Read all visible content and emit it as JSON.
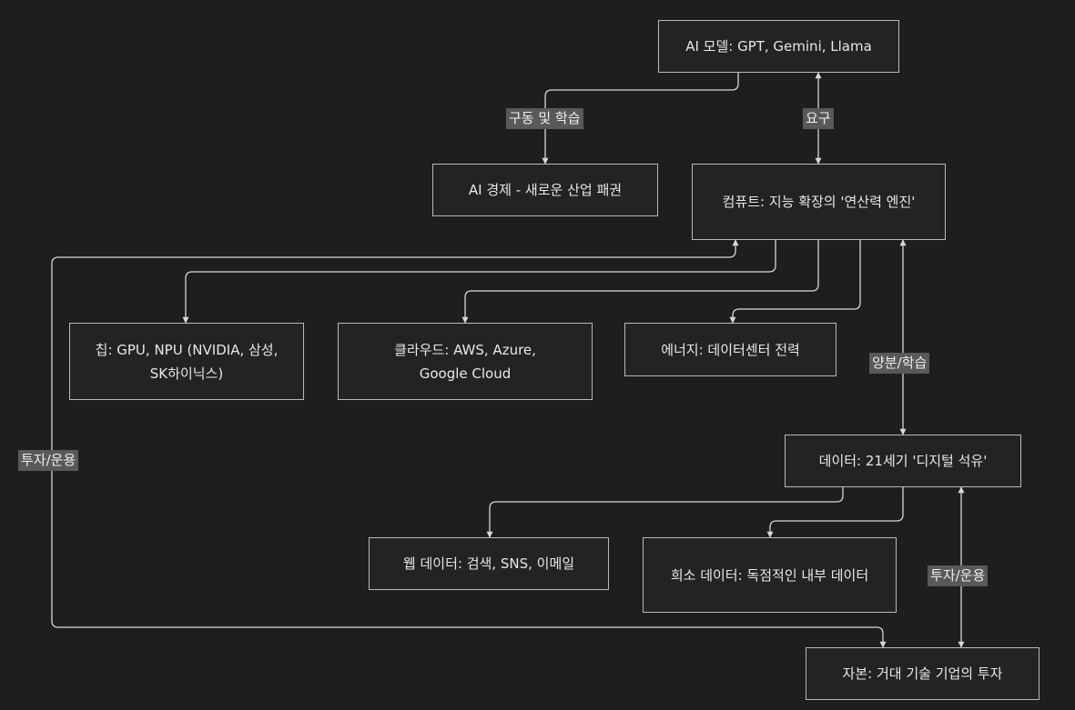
{
  "nodes": {
    "ai_model": "AI 모델: GPT, Gemini, Llama",
    "ai_economy": "AI 경제 - 새로운 산업 패권",
    "compute": "컴퓨트: 지능 확장의 '연산력 엔진'",
    "chip": "칩: GPU, NPU (NVIDIA, 삼성, SK하이닉스)",
    "cloud": "클라우드: AWS, Azure, Google Cloud",
    "energy": "에너지: 데이터센터 전력",
    "data": "데이터: 21세기 '디지털 석유'",
    "web_data": "웹 데이터: 검색, SNS, 이메일",
    "rare_data": "희소 데이터: 독점적인 내부 데이터",
    "capital": "자본: 거대 기술 기업의 투자"
  },
  "edges": {
    "drive": "구동 및 학습",
    "demand": "요구",
    "nourish": "양분/학습",
    "invest_left": "투자/운용",
    "invest_right": "투자/운용"
  },
  "colors": {
    "background": "#1e1e1e",
    "node_fill": "#212423",
    "node_border": "#b9b9b9",
    "edge": "#d8d8d8",
    "edge_label_bg": "#595959"
  }
}
